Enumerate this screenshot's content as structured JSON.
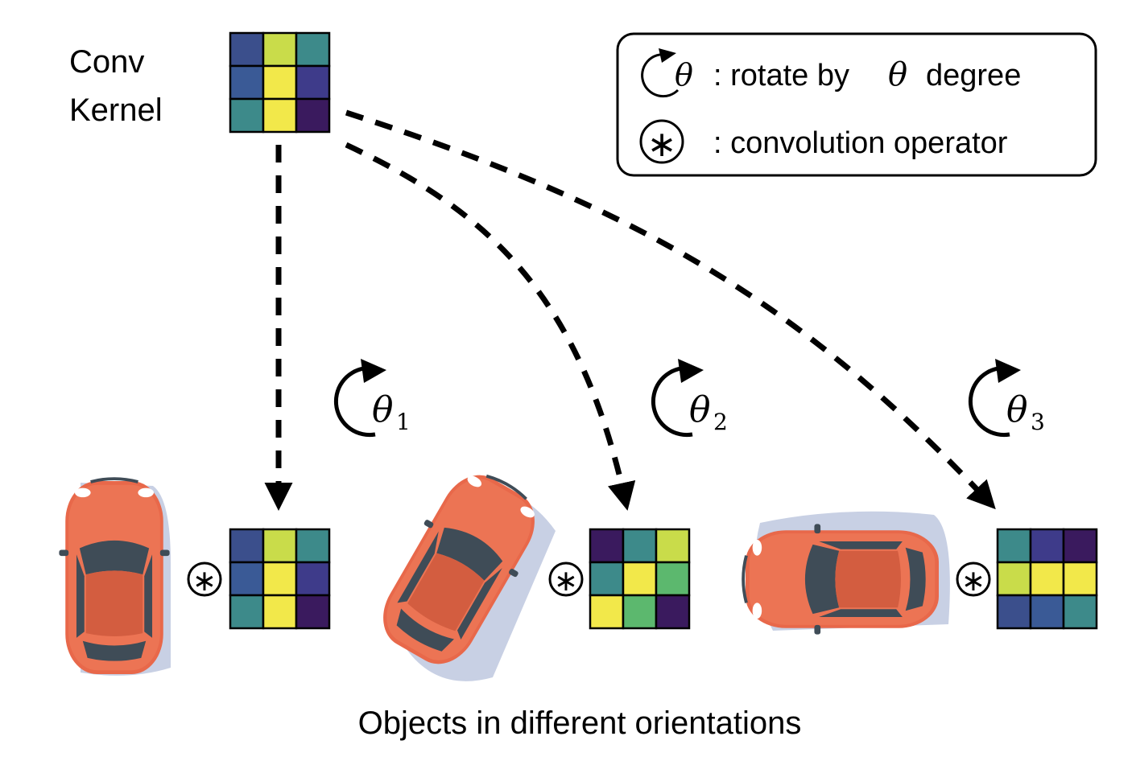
{
  "kernel_label": {
    "line1": "Conv",
    "line2": "Kernel"
  },
  "legend": {
    "rotate": {
      "symbol": "θ",
      "text_before": ": rotate by",
      "symbol_inline": "θ",
      "text_after": "degree"
    },
    "conv": {
      "symbol": "∗",
      "text": ": convolution operator"
    }
  },
  "rotations": [
    {
      "symbol": "θ",
      "subscript": "1"
    },
    {
      "symbol": "θ",
      "subscript": "2"
    },
    {
      "symbol": "θ",
      "subscript": "3"
    }
  ],
  "operator_symbol": "∗",
  "caption": "Objects in different orientations",
  "colors": {
    "navy": "#3b4f8c",
    "olive": "#c9dc4a",
    "teal": "#3d8a8a",
    "blue": "#3a5a96",
    "yellow": "#f2e84a",
    "indigo": "#3e3b8a",
    "purple": "#3a1a5e",
    "green": "#5cb86e",
    "car_body": "#e8684a",
    "car_glass": "#3f4c57",
    "shadow": "#c8d0e4"
  },
  "kernels": {
    "original": [
      [
        "navy",
        "olive",
        "teal"
      ],
      [
        "blue",
        "yellow",
        "indigo"
      ],
      [
        "teal",
        "yellow",
        "purple"
      ]
    ],
    "k1": [
      [
        "navy",
        "olive",
        "teal"
      ],
      [
        "blue",
        "yellow",
        "indigo"
      ],
      [
        "teal",
        "yellow",
        "purple"
      ]
    ],
    "k2": [
      [
        "purple",
        "teal",
        "olive"
      ],
      [
        "teal",
        "yellow",
        "green"
      ],
      [
        "yellow",
        "green",
        "purple"
      ]
    ],
    "k3": [
      [
        "teal",
        "indigo",
        "purple"
      ],
      [
        "olive",
        "yellow",
        "yellow"
      ],
      [
        "navy",
        "blue",
        "teal"
      ]
    ]
  }
}
